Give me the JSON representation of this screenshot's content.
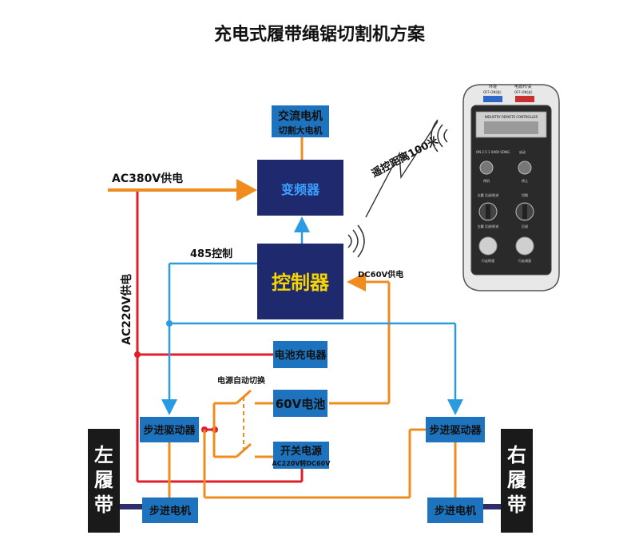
{
  "title": "充电式履带绳锯切割机方案",
  "colors": {
    "blue_box": "#1e73be",
    "dark_box": "#1f2a6e",
    "orange": "#f08c1e",
    "red": "#e01e2c",
    "blue_line": "#2a9be0",
    "track": "#1a1a1a"
  },
  "nodes": {
    "ac_motor": {
      "line1": "交流电机",
      "line2": "切割大电机"
    },
    "vfd": {
      "label": "变频器"
    },
    "controller": {
      "label": "控制器"
    },
    "charger": {
      "label": "电池充电器"
    },
    "battery": {
      "label": "60V电池"
    },
    "psu": {
      "line1": "开关电源",
      "line2": "AC220V转DC60V"
    },
    "driver_left": {
      "label": "步进驱动器"
    },
    "driver_right": {
      "label": "步进驱动器"
    },
    "motor_left": {
      "label": "步进电机"
    },
    "motor_right": {
      "label": "步进电机"
    },
    "track_left": {
      "chars": [
        "左",
        "履",
        "带"
      ]
    },
    "track_right": {
      "chars": [
        "右",
        "履",
        "带"
      ]
    }
  },
  "labels": {
    "ac380": "AC380V供电",
    "ac220": "AC220V供电",
    "ctrl485": "485控制",
    "dc60": "DC60V供电",
    "auto_switch": "电源自动切换",
    "remote_range": "遥控距离100米"
  },
  "remote": {
    "top_left": {
      "line1": "环境",
      "line2": "OFF-ON(急)"
    },
    "top_right": {
      "line1": "电源开/关",
      "line2": "OFF-ON(关)"
    },
    "screen_label": "INDUSTRY REMOTE CONTROLLER",
    "row1_left": "ON 2.5 1 0000 SONG",
    "row1_right": "启动",
    "btn_left_label": "停机",
    "btn_right_label": "停止",
    "knob_left_top": "左履 后退/前进",
    "knob_left_bottom": "左履 后退/前进",
    "knob_right_top": "切割",
    "knob_right_bottom": "后退",
    "dial_left": "行走转速",
    "dial_right": "行走调速"
  }
}
